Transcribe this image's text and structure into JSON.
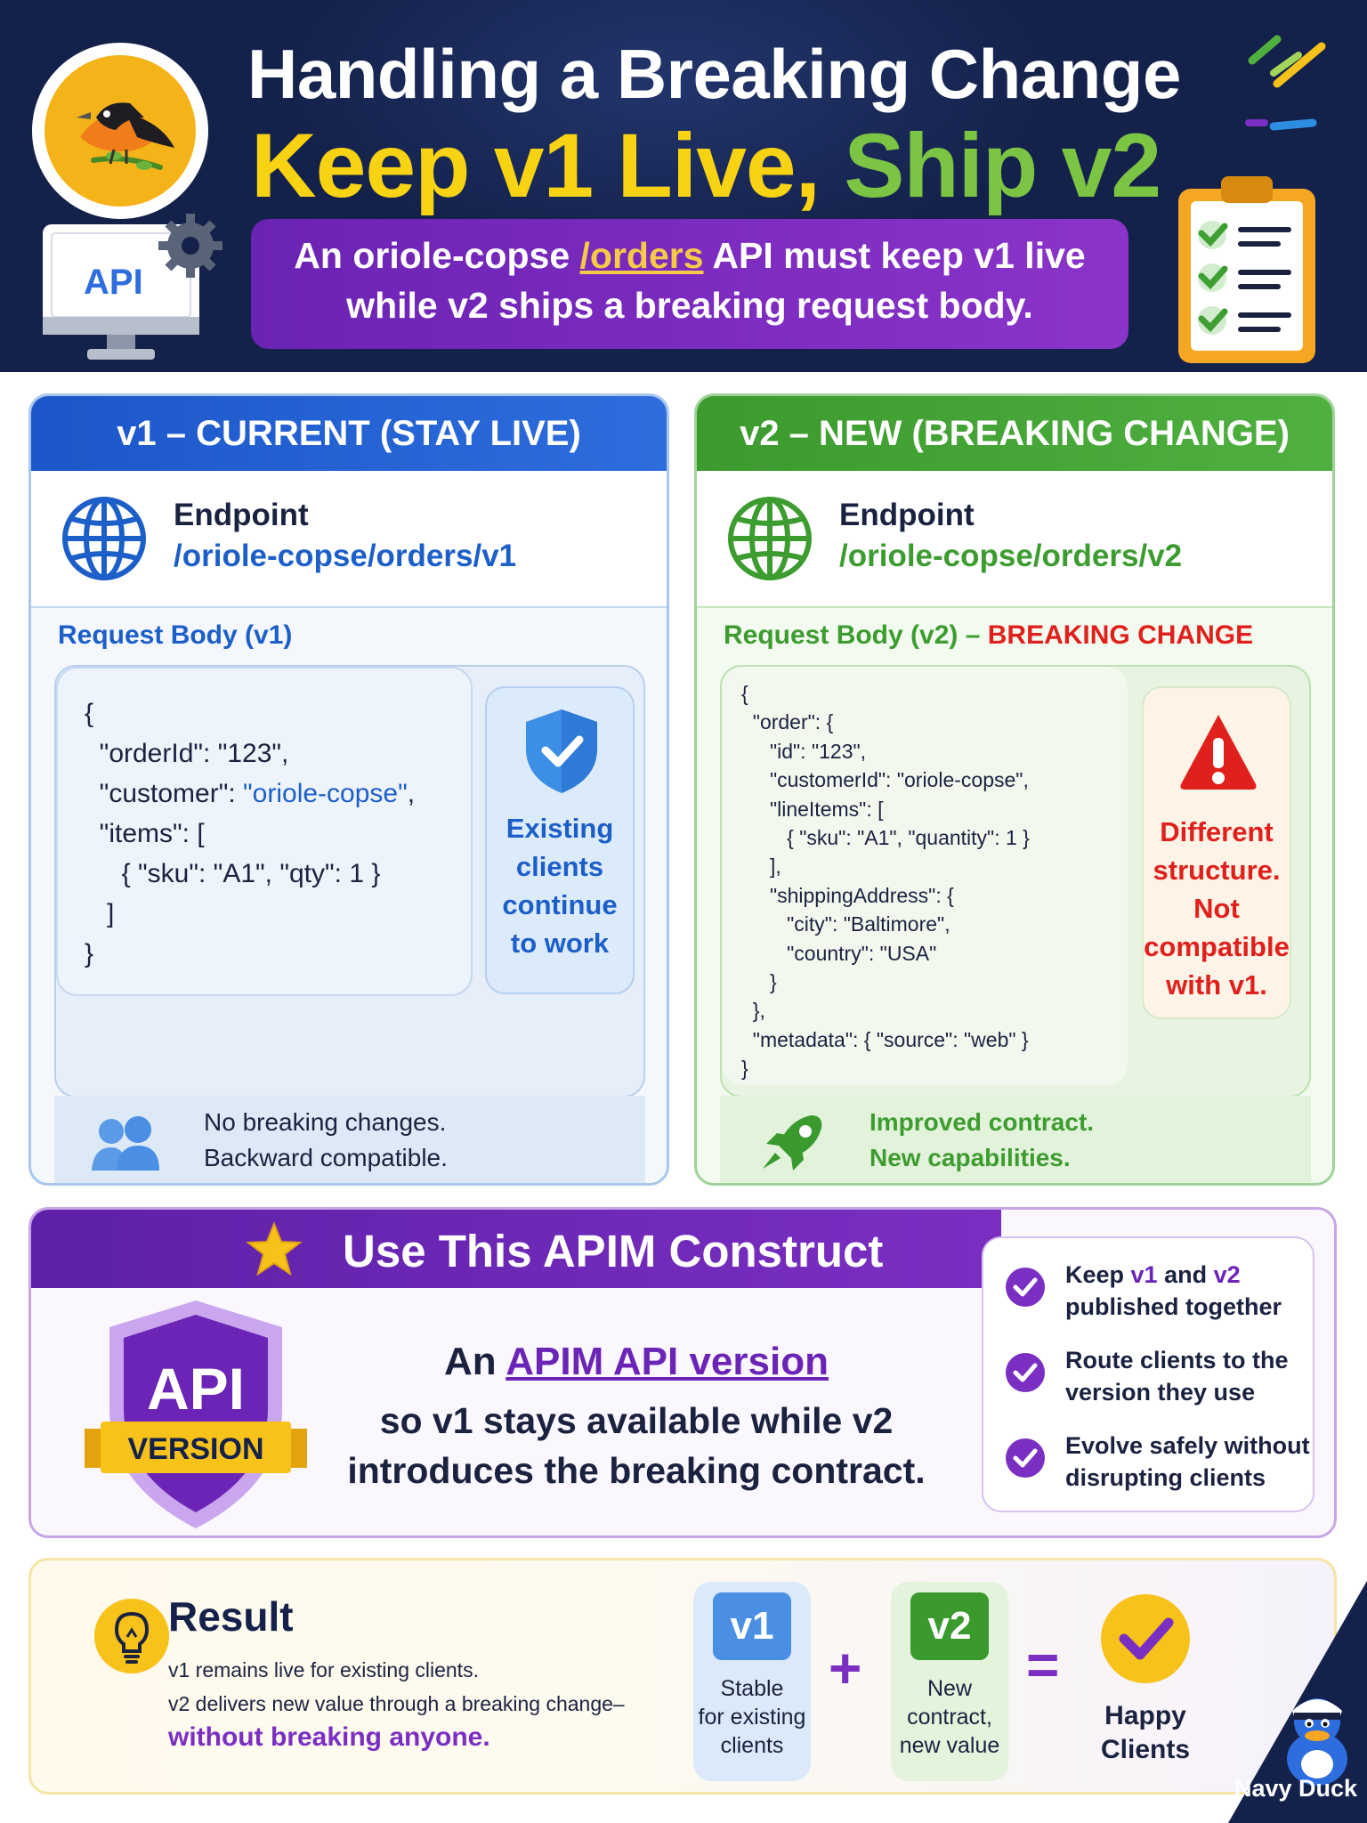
{
  "header": {
    "title_line1": "Handling a Breaking Change",
    "title_line2_part1": "Keep v1 Live, ",
    "title_line2_part2": "Ship v2",
    "subtitle_line1_pre": "An oriole-copse ",
    "subtitle_line1_link": "/orders",
    "subtitle_line1_post": " API must keep v1 live",
    "subtitle_line2": "while v2 ships a breaking request body.",
    "monitor_label": "API",
    "icons": [
      "oriole-bird-logo-icon",
      "api-monitor-icon",
      "gear-icon",
      "checklist-clipboard-icon"
    ]
  },
  "v1": {
    "heading": "v1 – CURRENT (STAY LIVE)",
    "endpoint_label": "Endpoint",
    "endpoint_path": "/oriole-copse/orders/v1",
    "request_label": "Request Body (v1)",
    "code": [
      "{",
      "  \"orderId\": \"123\",",
      "  \"customer\": \"oriole-copse\",",
      "  \"items\": [",
      "     { \"sku\": \"A1\", \"qty\": 1 }",
      "   ]",
      "}"
    ],
    "side_lines": [
      "Existing",
      "clients",
      "continue",
      "to work"
    ],
    "footer_line1": "No breaking changes.",
    "footer_line2": "Backward compatible.",
    "icons": [
      "globe-icon",
      "shield-check-icon",
      "users-icon"
    ],
    "color": "#1d5fc8"
  },
  "v2": {
    "heading": "v2 – NEW (BREAKING CHANGE)",
    "endpoint_label": "Endpoint",
    "endpoint_path": "/oriole-copse/orders/v2",
    "request_label": "Request Body (v2) – ",
    "request_label_alert": "BREAKING CHANGE",
    "code": [
      "{",
      "  \"order\": {",
      "     \"id\": \"123\",",
      "     \"customerId\": \"oriole-copse\",",
      "     \"lineItems\": [",
      "        { \"sku\": \"A1\", \"quantity\": 1 }",
      "     ],",
      "     \"shippingAddress\": {",
      "        \"city\": \"Baltimore\",",
      "        \"country\": \"USA\"",
      "     }",
      "  },",
      "  \"metadata\": { \"source\": \"web\" }",
      "}"
    ],
    "side_lines": [
      "Different",
      "structure.",
      "Not",
      "compatible",
      "with v1."
    ],
    "footer_line1": "Improved contract.",
    "footer_line2": "New capabilities.",
    "icons": [
      "globe-icon",
      "warning-icon",
      "rocket-icon"
    ],
    "color": "#3d9c30"
  },
  "apim": {
    "heading": "Use This APIM Construct",
    "badge_top": "API",
    "badge_ribbon": "VERSION",
    "line1_pre": "An ",
    "line1_link": "APIM API version",
    "line2": "so v1 stays available while v2",
    "line3": "introduces the breaking contract.",
    "checklist": [
      {
        "l1_pre": "Keep ",
        "l1_a": "v1",
        "l1_mid": " and ",
        "l1_b": "v2",
        "l2": "published together"
      },
      {
        "l1": "Route clients to the",
        "l2": "version they use"
      },
      {
        "l1": "Evolve safely without",
        "l2": "disrupting clients"
      }
    ],
    "icons": [
      "star-icon",
      "api-version-shield-icon",
      "check-circle-icon"
    ]
  },
  "result": {
    "title": "Result",
    "line1": "v1 remains live for existing clients.",
    "line2": "v2 delivers new value through a breaking change–",
    "line3": "without breaking anyone.",
    "card1_badge": "v1",
    "card1_lines": [
      "Stable",
      "for existing",
      "clients"
    ],
    "plus": "+",
    "card2_badge": "v2",
    "card2_lines": [
      "New",
      "contract,",
      "new value"
    ],
    "equals": "=",
    "happy_lines": [
      "Happy",
      "Clients"
    ],
    "icons": [
      "lightbulb-icon",
      "check-circle-icon"
    ]
  },
  "brand": {
    "corner_label": "Navy Duck",
    "icon": "navy-duck-mascot-icon"
  },
  "colors": {
    "navy": "#14214a",
    "v1_blue": "#1d5fc8",
    "v2_green": "#3d9c30",
    "purple": "#6b24b5",
    "yellow": "#f7d313",
    "alert_red": "#e0201c"
  }
}
